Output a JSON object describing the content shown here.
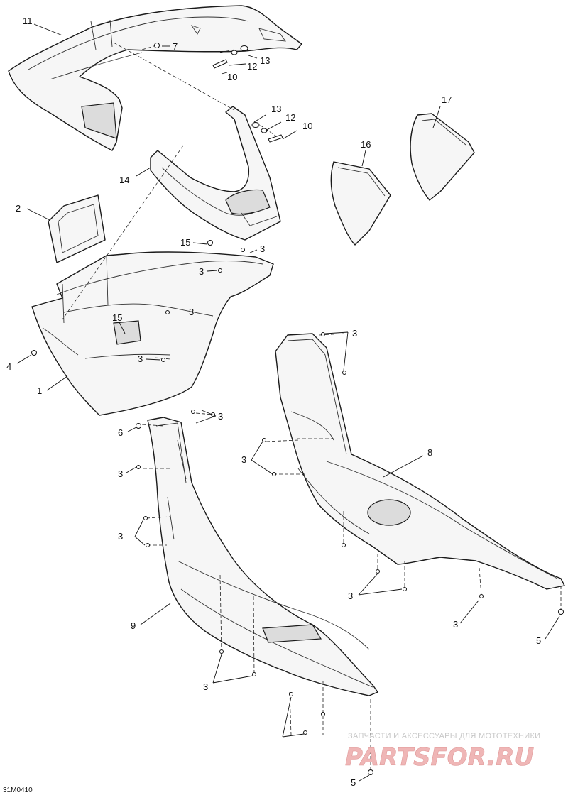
{
  "diagram": {
    "drawing_code": "31M0410",
    "watermark": {
      "tagline": "ЗАПЧАСТИ И АКСЕССУАРЫ ДЛЯ МОТОТЕХНИКИ",
      "logo": "PARTSFOR.RU"
    },
    "callouts": [
      {
        "id": "c11",
        "label": "11"
      },
      {
        "id": "c7",
        "label": "7"
      },
      {
        "id": "c13a",
        "label": "13"
      },
      {
        "id": "c12a",
        "label": "12"
      },
      {
        "id": "c10a",
        "label": "10"
      },
      {
        "id": "c13b",
        "label": "13"
      },
      {
        "id": "c12b",
        "label": "12"
      },
      {
        "id": "c10b",
        "label": "10"
      },
      {
        "id": "c17",
        "label": "17"
      },
      {
        "id": "c16",
        "label": "16"
      },
      {
        "id": "c14",
        "label": "14"
      },
      {
        "id": "c2",
        "label": "2"
      },
      {
        "id": "c15a",
        "label": "15"
      },
      {
        "id": "c3a",
        "label": "3"
      },
      {
        "id": "c3b",
        "label": "3"
      },
      {
        "id": "c15b",
        "label": "15"
      },
      {
        "id": "c3c",
        "label": "3"
      },
      {
        "id": "c4",
        "label": "4"
      },
      {
        "id": "c1",
        "label": "1"
      },
      {
        "id": "c3d",
        "label": "3"
      },
      {
        "id": "c6",
        "label": "6"
      },
      {
        "id": "c3e",
        "label": "3"
      },
      {
        "id": "c3f",
        "label": "3"
      },
      {
        "id": "c3g",
        "label": "3"
      },
      {
        "id": "c3h",
        "label": "3"
      },
      {
        "id": "c8",
        "label": "8"
      },
      {
        "id": "c9",
        "label": "9"
      },
      {
        "id": "c3i",
        "label": "3"
      },
      {
        "id": "c3j",
        "label": "3"
      },
      {
        "id": "c3k",
        "label": "3"
      },
      {
        "id": "c5a",
        "label": "5"
      },
      {
        "id": "c3l",
        "label": "3"
      },
      {
        "id": "c5b",
        "label": "5"
      }
    ]
  }
}
